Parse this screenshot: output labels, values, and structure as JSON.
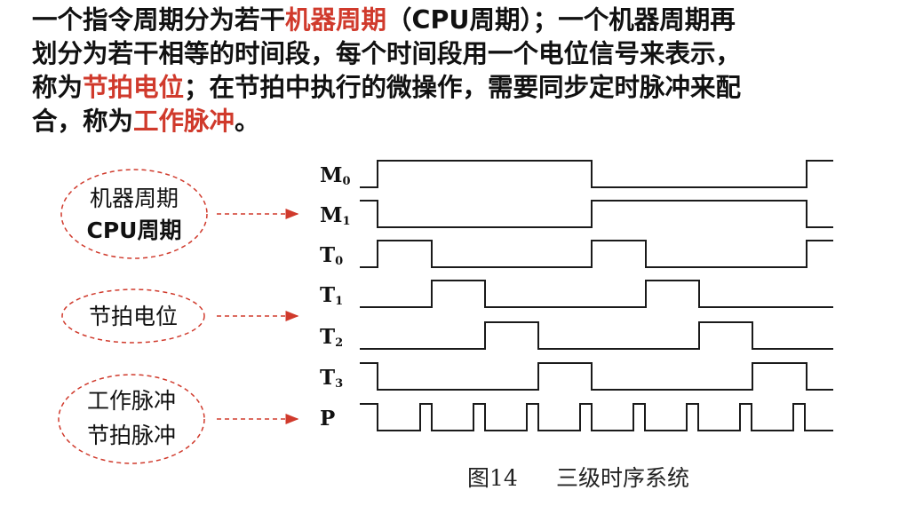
{
  "paragraph": {
    "line1": [
      {
        "text": "一个指令周期分为若干",
        "red": false
      },
      {
        "text": "机器周期",
        "red": true
      },
      {
        "text": "（CPU周期）；一个机器周期再",
        "red": false
      }
    ],
    "line2": [
      {
        "text": "划分为若干相等的时间段，每个时间段用一个电位信号来表示，",
        "red": false
      }
    ],
    "line3": [
      {
        "text": "称为",
        "red": false
      },
      {
        "text": "节拍电位",
        "red": true
      },
      {
        "text": "；在节拍中执行的微操作，需要同步定时脉冲来配",
        "red": false
      }
    ],
    "line4": [
      {
        "text": "合，称为",
        "red": false
      },
      {
        "text": "工作脉冲",
        "red": true
      },
      {
        "text": "。",
        "red": false
      }
    ]
  },
  "colors": {
    "highlight": "#d03a2c",
    "text": "#111111",
    "waveform": "#1a1a1a"
  },
  "callouts": [
    {
      "id": "machine-cycle",
      "lines": [
        "机器周期",
        "CPU周期"
      ]
    },
    {
      "id": "beat-potential",
      "lines": [
        "节拍电位"
      ]
    },
    {
      "id": "work-pulse",
      "lines": [
        "工作脉冲",
        "节拍脉冲"
      ]
    }
  ],
  "signals": [
    {
      "name": "M",
      "sub": "0",
      "edges": [
        0,
        1,
        1,
        1,
        1,
        0,
        0,
        0,
        0,
        1
      ]
    },
    {
      "name": "M",
      "sub": "1",
      "edges": [
        1,
        0,
        0,
        0,
        0,
        1,
        1,
        1,
        1,
        0
      ]
    },
    {
      "name": "T",
      "sub": "0",
      "edges": [
        0,
        1,
        0,
        0,
        0,
        1,
        0,
        0,
        0,
        1
      ]
    },
    {
      "name": "T",
      "sub": "1",
      "edges": [
        0,
        0,
        1,
        0,
        0,
        0,
        1,
        0,
        0,
        0
      ]
    },
    {
      "name": "T",
      "sub": "2",
      "edges": [
        0,
        0,
        0,
        1,
        0,
        0,
        0,
        1,
        0,
        0
      ]
    },
    {
      "name": "T",
      "sub": "3",
      "edges": [
        1,
        0,
        0,
        0,
        1,
        0,
        0,
        0,
        1,
        0
      ]
    },
    {
      "name": "P",
      "sub": "",
      "edges": []
    }
  ],
  "caption": {
    "prefix": "图14",
    "title": "三级时序系统"
  }
}
